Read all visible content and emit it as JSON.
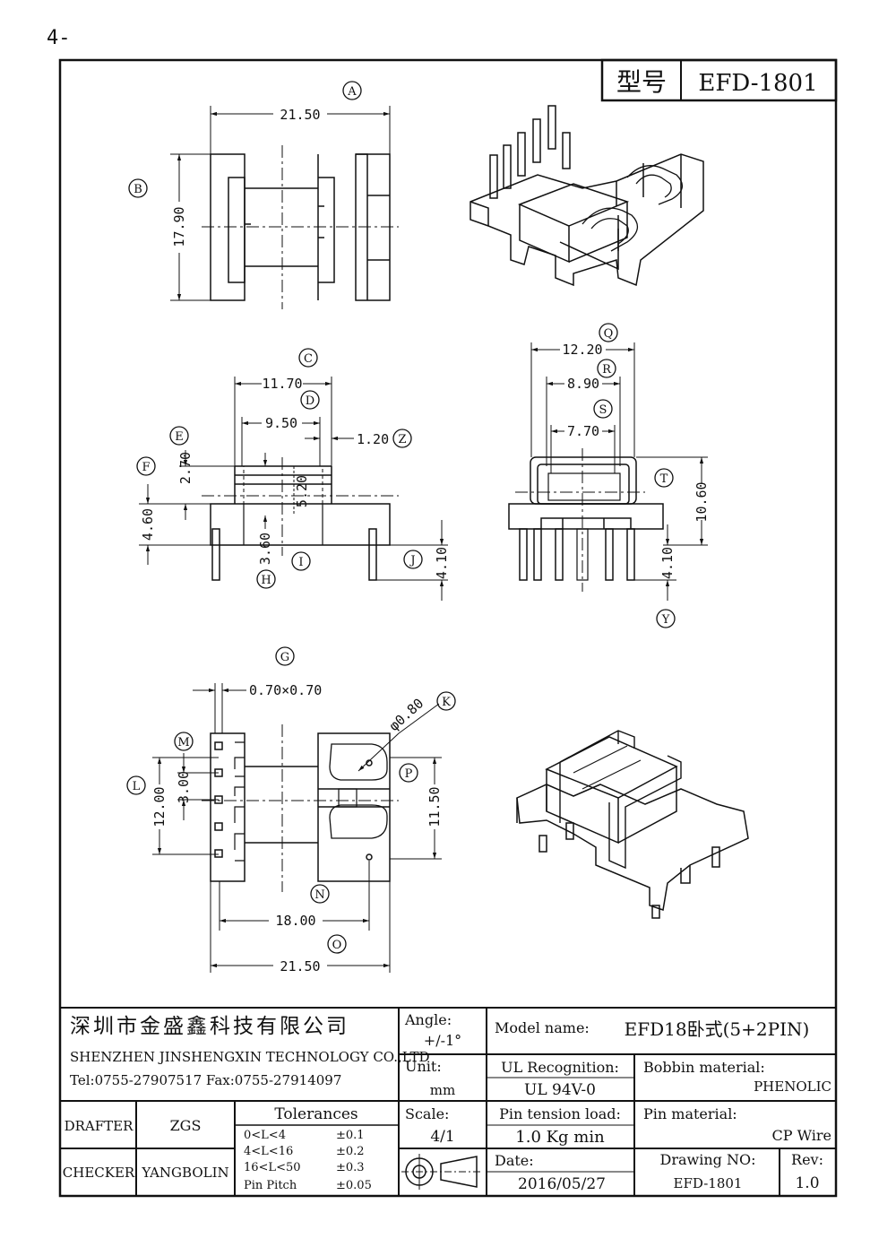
{
  "page_number": "4-",
  "model_box": {
    "label": "型号",
    "value": "EFD-1801"
  },
  "dimensions": {
    "A": "21.50",
    "B": "17.90",
    "C": "11.70",
    "D": "9.50",
    "Z": "1.20",
    "E": "2.70",
    "F": "4.60",
    "H": "3.60",
    "I": "5.20",
    "J": "4.10",
    "Q": "12.20",
    "R": "8.90",
    "S": "7.70",
    "T": "10.60",
    "Y": "4.10",
    "G": "0.70×0.70",
    "K": "φ0.80",
    "L": "12.00",
    "M": "3.00",
    "P": "11.50",
    "N": "18.00",
    "O": "21.50"
  },
  "title_block": {
    "company_cn": "深圳市金盛鑫科技有限公司",
    "company_en": "SHENZHEN JINSHENGXIN TECHNOLOGY CO.,LTD",
    "contact": "Tel:0755-27907517   Fax:0755-27914097",
    "angle_label": "Angle:",
    "angle_value": "+/-1°",
    "model_label": "Model name:",
    "model_value": "EFD18卧式(5+2PIN)",
    "unit_label": "Unit:",
    "unit_value": "mm",
    "ul_label": "UL Recognition:",
    "ul_value": "UL 94V-0",
    "bobbin_label": "Bobbin material:",
    "bobbin_value": "PHENOLIC",
    "drafter_label": "DRAFTER",
    "drafter_value": "ZGS",
    "checker_label": "CHECKER",
    "checker_value": "YANGBOLIN",
    "tolerances_label": "Tolerances",
    "tolerances": [
      {
        "range": "0<L<4",
        "tol": "±0.1"
      },
      {
        "range": "4<L<16",
        "tol": "±0.2"
      },
      {
        "range": "16<L<50",
        "tol": "±0.3"
      },
      {
        "range": "Pin Pitch",
        "tol": "±0.05"
      }
    ],
    "scale_label": "Scale:",
    "scale_value": "4/1",
    "pin_tension_label": "Pin tension load:",
    "pin_tension_value": "1.0 Kg min",
    "pin_material_label": "Pin material:",
    "pin_material_value": "CP Wire",
    "date_label": "Date:",
    "date_value": "2016/05/27",
    "drawing_no_label": "Drawing NO:",
    "drawing_no_value": "EFD-1801",
    "rev_label": "Rev:",
    "rev_value": "1.0"
  }
}
